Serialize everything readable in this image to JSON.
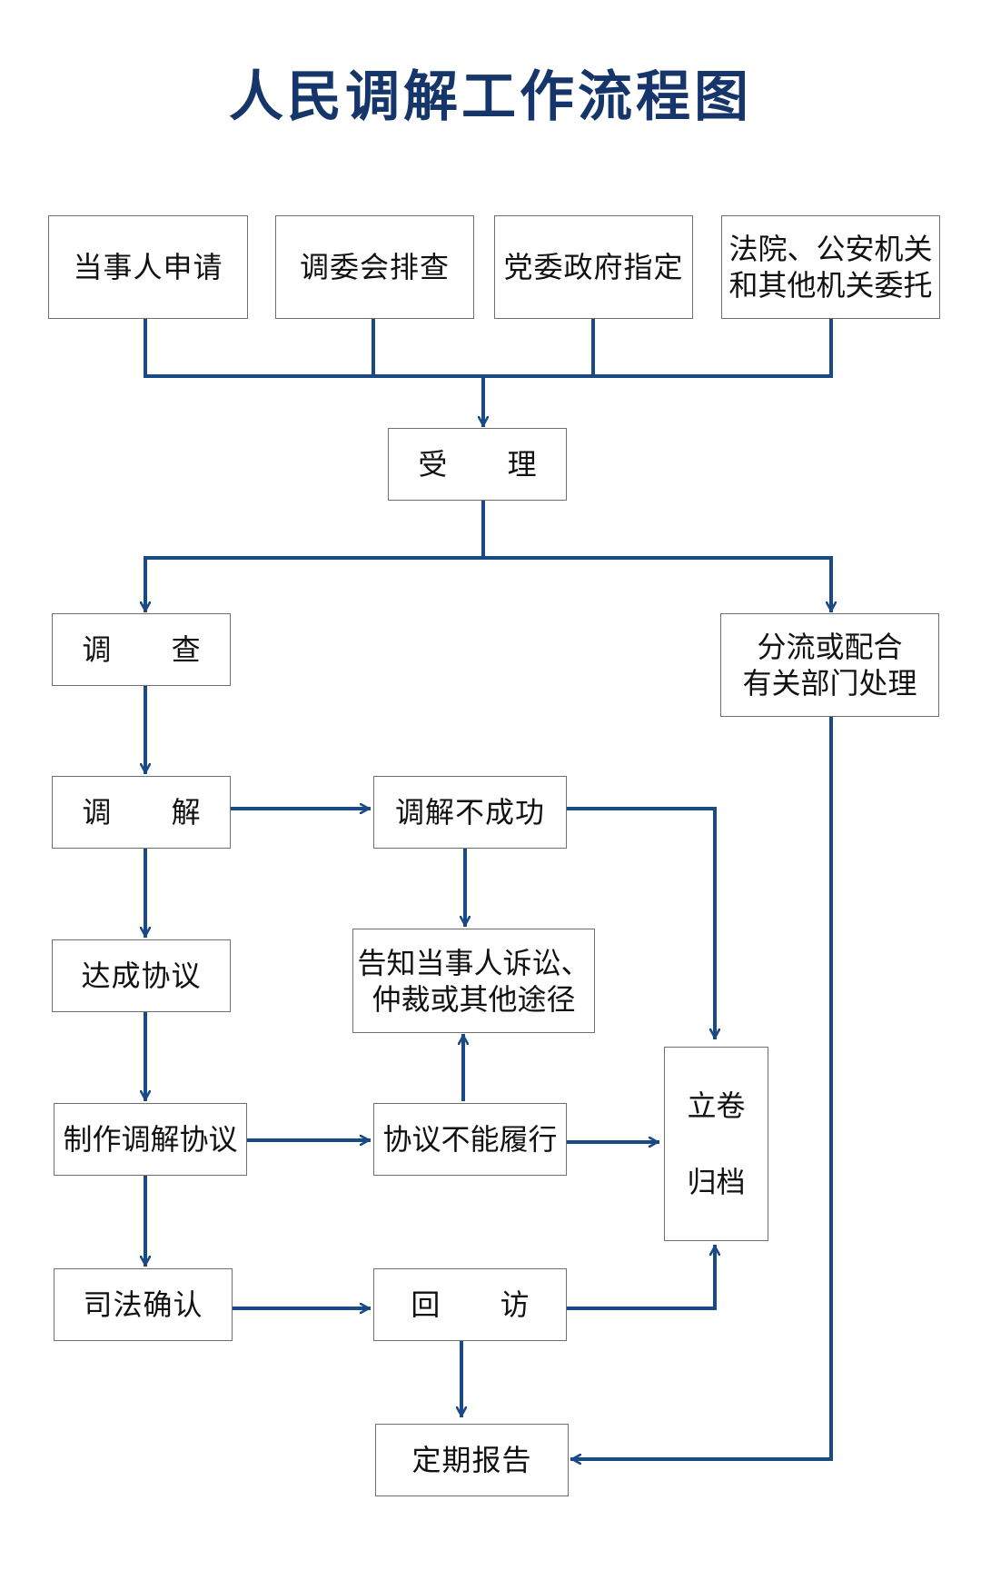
{
  "title": "人民调解工作流程图",
  "nodes": {
    "source_1": "当事人申请",
    "source_2": "调委会排查",
    "source_3": "党委政府指定",
    "source_4": [
      "法院、公安机关",
      "和其他机关委托"
    ],
    "accept": "受 理",
    "investigate": "调 查",
    "diversion": [
      "分流或配合",
      "有关部门处理"
    ],
    "mediate": "调 解",
    "mediation_failed": "调解不成功",
    "inform": [
      "告知当事人诉讼、",
      "仲裁或其他途径"
    ],
    "agreement_reached": "达成协议",
    "make_agreement": "制作调解协议",
    "cannot_perform": "协议不能履行",
    "archive": [
      "立卷",
      "归档"
    ],
    "judicial_confirm": "司法确认",
    "follow_up": "回 访",
    "periodic_report": "定期报告"
  },
  "colors": {
    "line": "#1a4a86",
    "title": "#16366b",
    "box_border": "#6f6f6f"
  }
}
